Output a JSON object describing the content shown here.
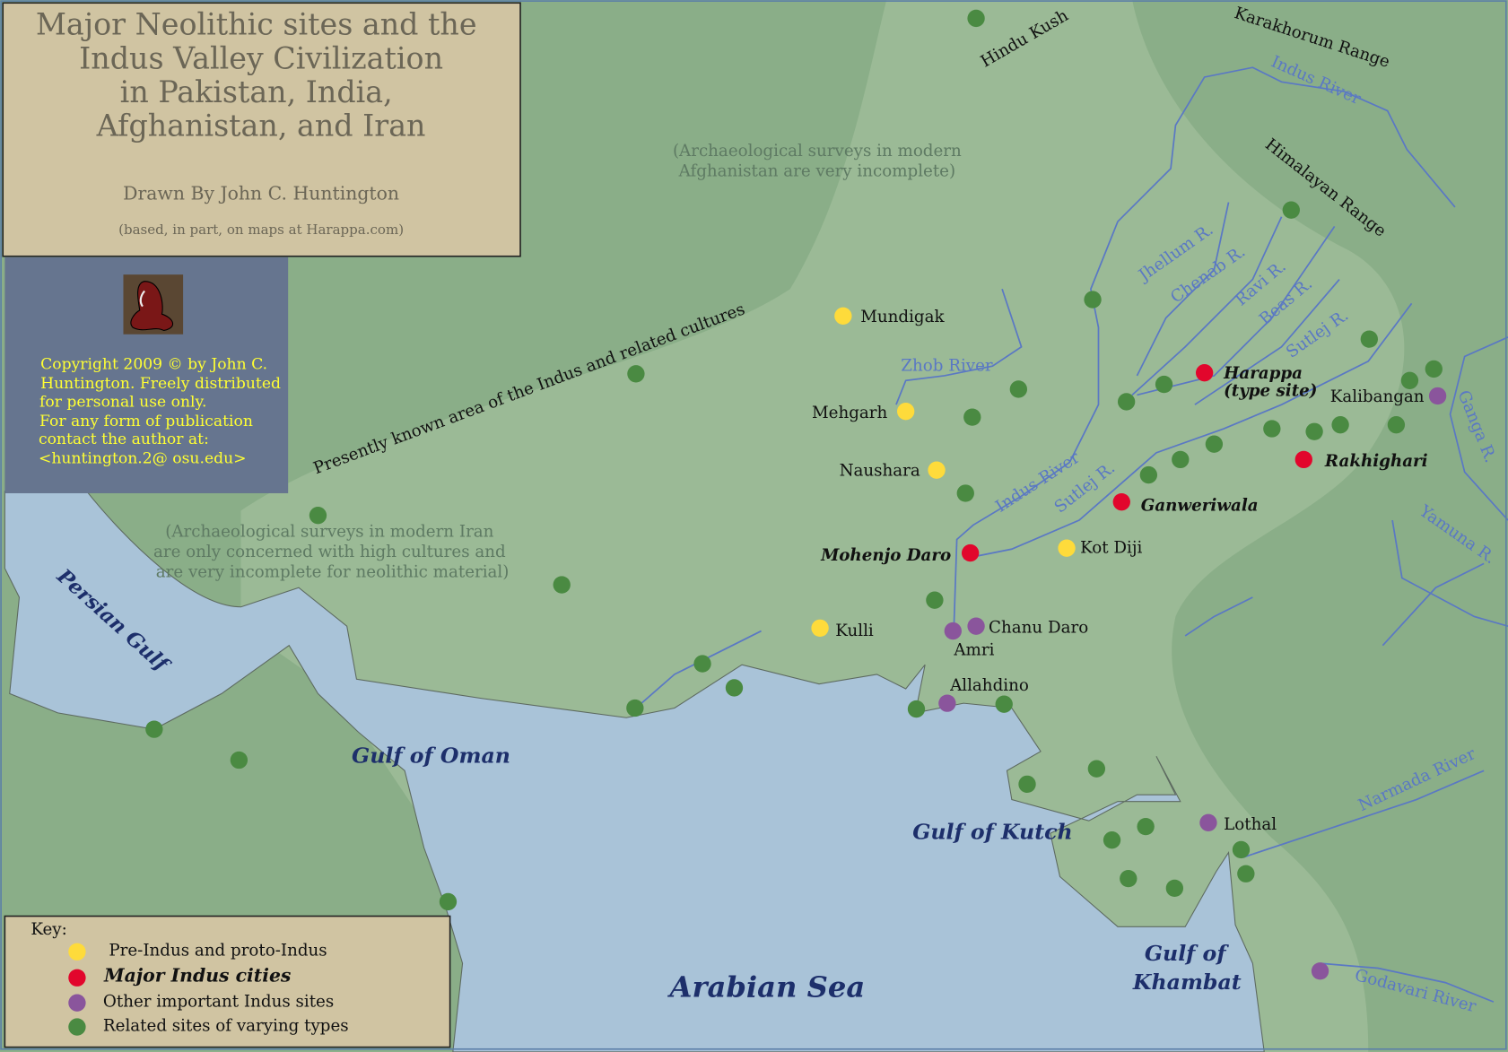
{
  "title": {
    "lines": [
      "Major Neolithic sites and the",
      "Indus Valley Civilization",
      "in Pakistan, India,",
      "Afghanistan, and Iran"
    ],
    "author": "Drawn By John C. Huntington",
    "source": "(based, in part, on maps at Harappa.com)"
  },
  "copyright": {
    "lines": [
      "Copyright  2009 © by John C.",
      "Huntington. Freely distributed",
      "for personal use only.",
      "For any form of publication",
      "contact the author at:",
      "<huntington.2@ osu.edu>"
    ],
    "logo": "seated-figure-logo"
  },
  "key": {
    "heading": "Key:",
    "items": [
      {
        "label": "Pre-Indus and proto-Indus",
        "color": "#fedb3b"
      },
      {
        "label": "Major Indus cities",
        "color": "#e2062c"
      },
      {
        "label": "Other important Indus sites",
        "color": "#8a559c"
      },
      {
        "label": "Related sites of varying types",
        "color": "#4a8a42"
      }
    ]
  },
  "regions": {
    "known_area": "Presently known area of the Indus and related cultures",
    "afghan_note": [
      "(Archaeological surveys in modern",
      "Afghanistan are very incomplete)"
    ],
    "iran_note": [
      "(Archaeological surveys in modern Iran",
      "are only concerned with high cultures and",
      "are very incomplete for neolithic material)"
    ],
    "mountains": [
      "Hindu Kush",
      "Karakhorum Range",
      "Himalayan Range"
    ]
  },
  "waters": {
    "seas": [
      "Persian Gulf",
      "Gulf of Oman",
      "Arabian Sea",
      "Gulf of Kutch",
      "Gulf of",
      "Khambat"
    ],
    "rivers": [
      "Indus River",
      "Zhob River",
      "Indus River",
      "Sutlej R.",
      "Jhellum R.",
      "Chenab R.",
      "Ravi R.",
      "Beas R.",
      "Sutlej R.",
      "Ganga R.",
      "Yamuna R.",
      "Narmada River",
      "Godavari River"
    ]
  },
  "sites": {
    "pre_indus": [
      "Mundigak",
      "Mehgarh",
      "Naushara",
      "Kot Diji",
      "Kulli"
    ],
    "major": [
      "Harappa",
      "Rakhighari",
      "Ganweriwala",
      "Mohenjo Daro"
    ],
    "major_note": "(type site)",
    "other": [
      "Kalibangan",
      "Chanu Daro",
      "Amri",
      "Allahdino",
      "Lothal",
      ""
    ]
  },
  "colors": {
    "sea": "#a9c3d8",
    "land": "#8aae88",
    "known_area": "#9bba96",
    "river": "#5a78c4",
    "title_box": "#d0c4a2",
    "copyright_box": "#66758f",
    "copyright_text": "#ffff33"
  }
}
